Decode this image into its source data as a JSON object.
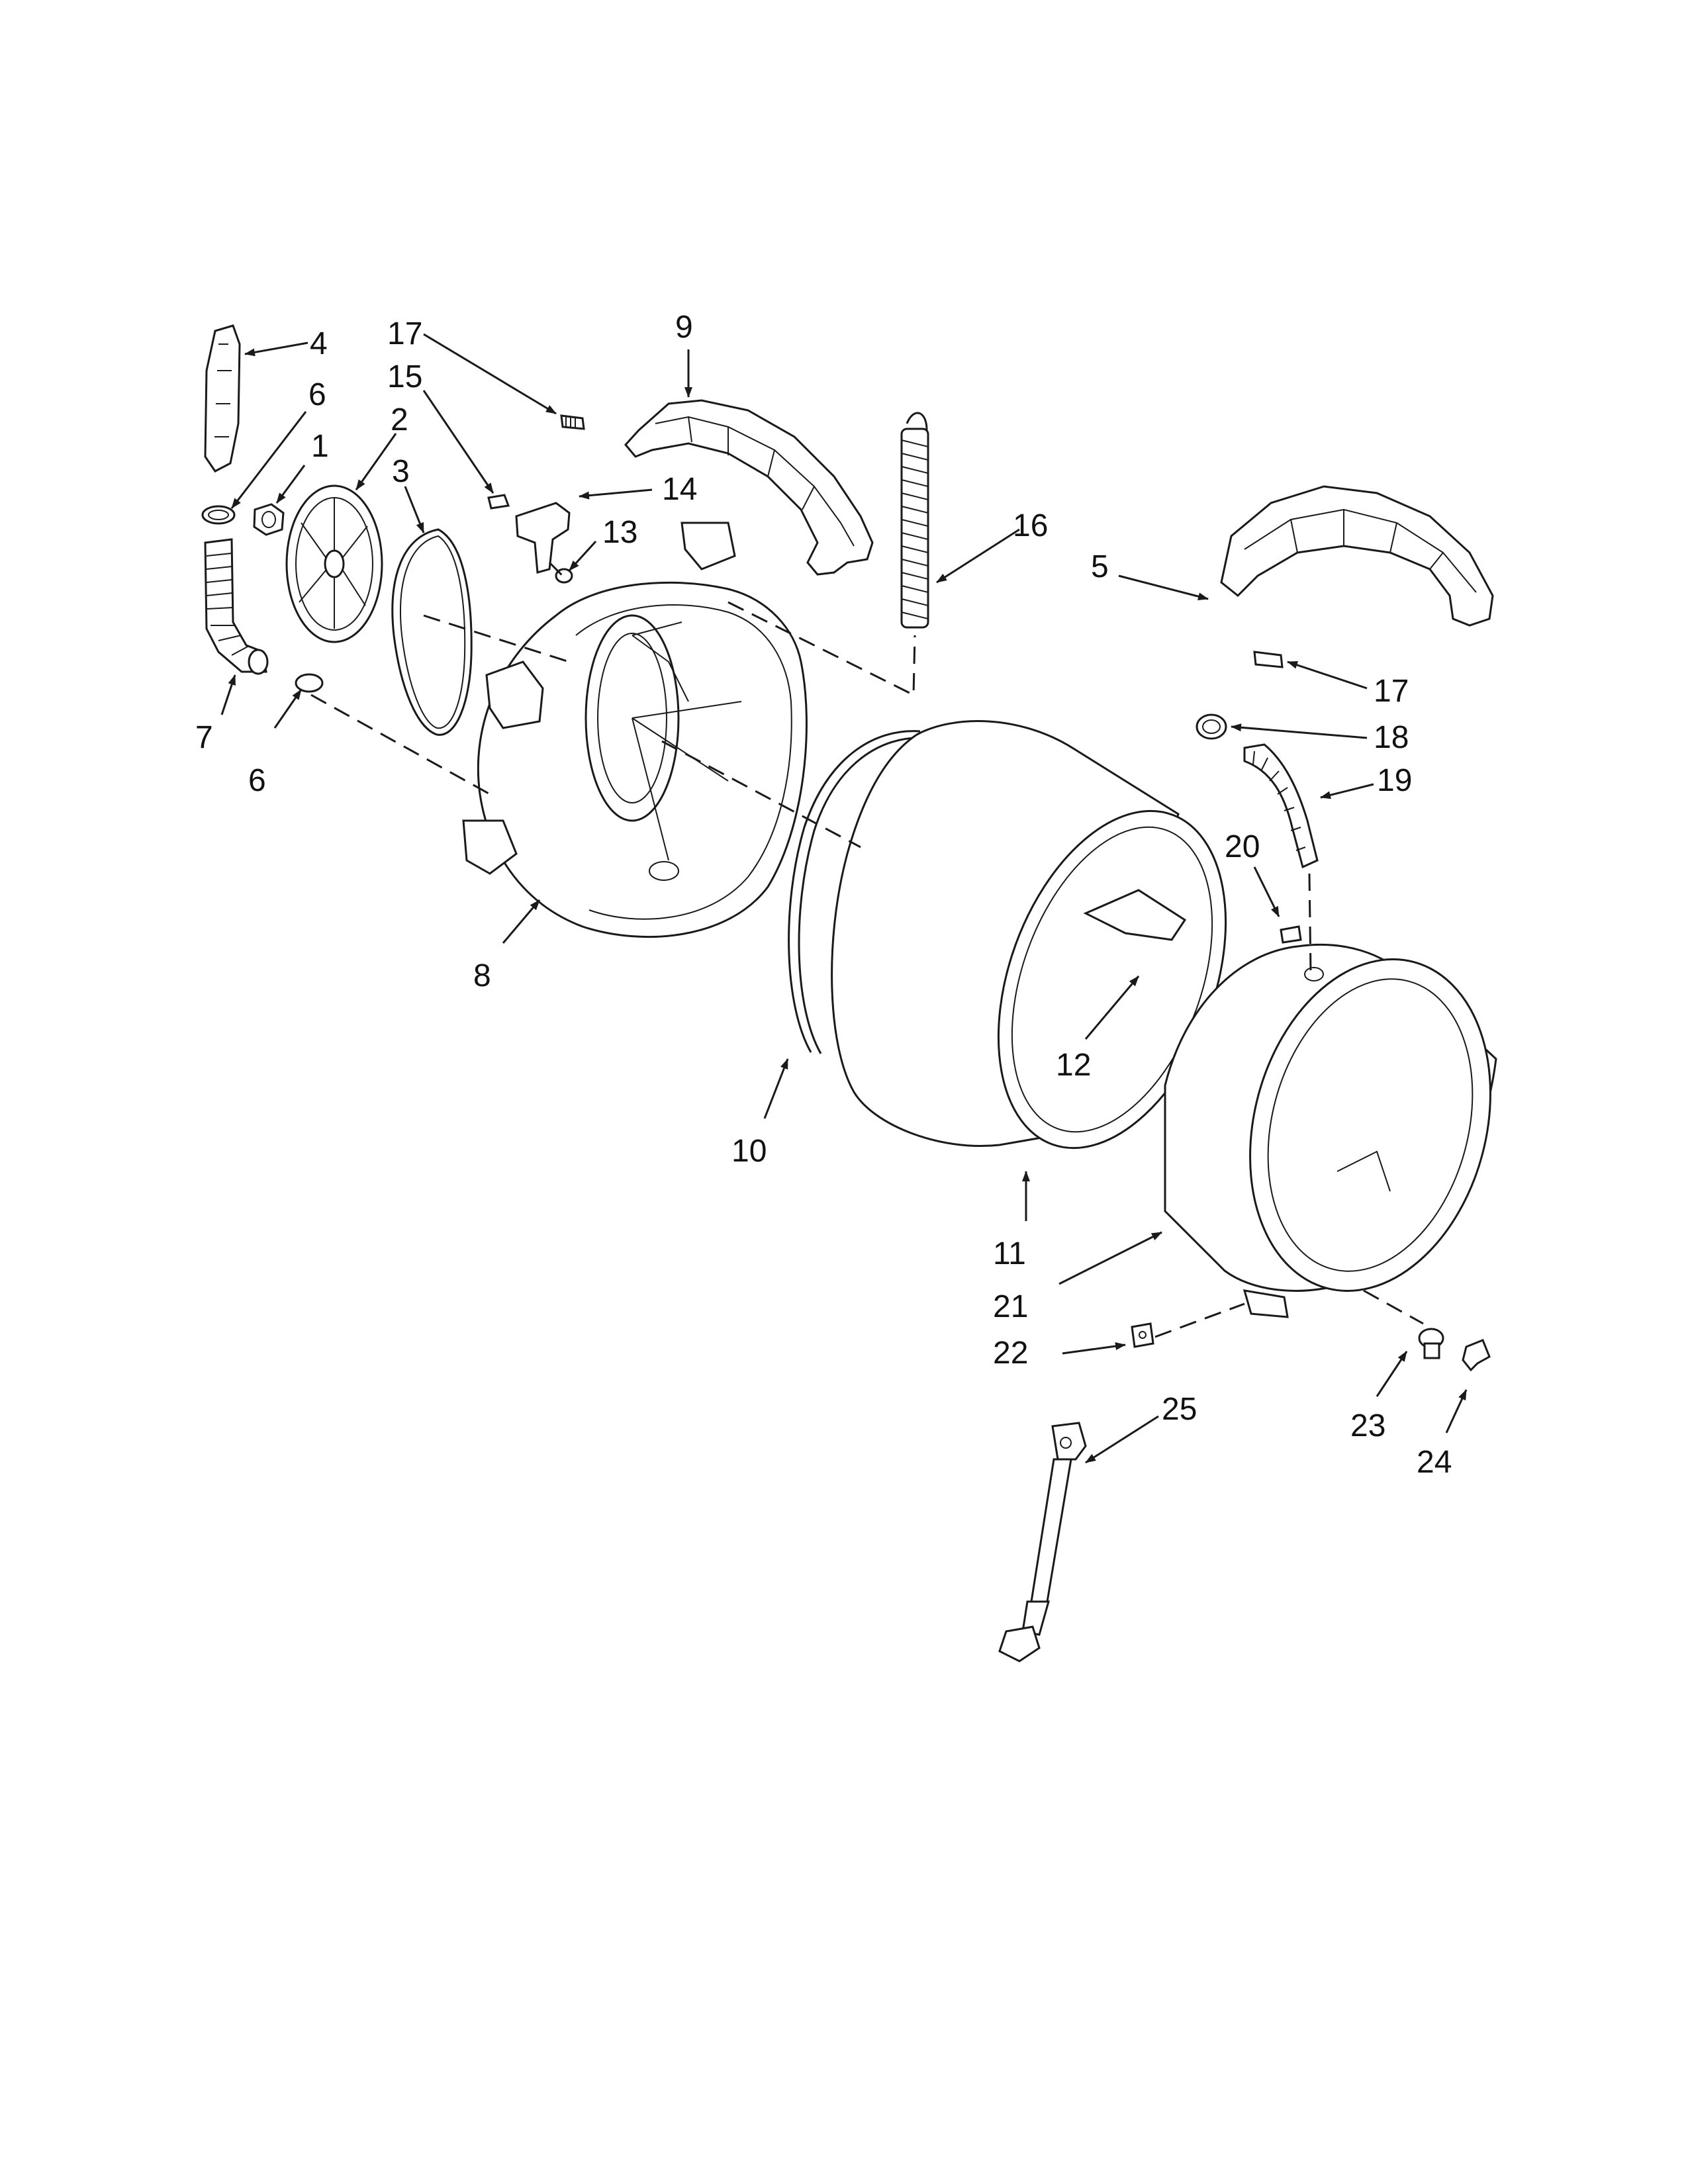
{
  "diagram": {
    "callouts": [
      "1",
      "2",
      "3",
      "4",
      "5",
      "6",
      "6",
      "7",
      "8",
      "9",
      "10",
      "11",
      "12",
      "13",
      "14",
      "15",
      "16",
      "17",
      "17",
      "18",
      "19",
      "20",
      "21",
      "22",
      "23",
      "24",
      "25"
    ],
    "parts": [
      {
        "id": "bracket-5",
        "icon": "bracket-icon"
      },
      {
        "id": "clamp-6",
        "icon": "clamp-ring-icon"
      },
      {
        "id": "nut-1",
        "icon": "nut-icon"
      },
      {
        "id": "pulley-2",
        "icon": "pulley-wheel-icon"
      },
      {
        "id": "belt-3",
        "icon": "drive-belt-icon"
      },
      {
        "id": "hose-7",
        "icon": "hose-icon"
      },
      {
        "id": "rear-tub-8",
        "icon": "rear-tub-icon"
      },
      {
        "id": "counterweight-9",
        "icon": "counterweight-icon"
      },
      {
        "id": "counterweight-4",
        "icon": "counterweight-icon"
      },
      {
        "id": "spring-16",
        "icon": "spring-icon"
      },
      {
        "id": "seal-10",
        "icon": "seal-ring-icon"
      },
      {
        "id": "basket-11",
        "icon": "drum-basket-icon"
      },
      {
        "id": "baffle-12",
        "icon": "baffle-icon"
      },
      {
        "id": "front-tub-21",
        "icon": "front-tub-icon"
      },
      {
        "id": "shock-25",
        "icon": "shock-absorber-icon"
      }
    ]
  }
}
